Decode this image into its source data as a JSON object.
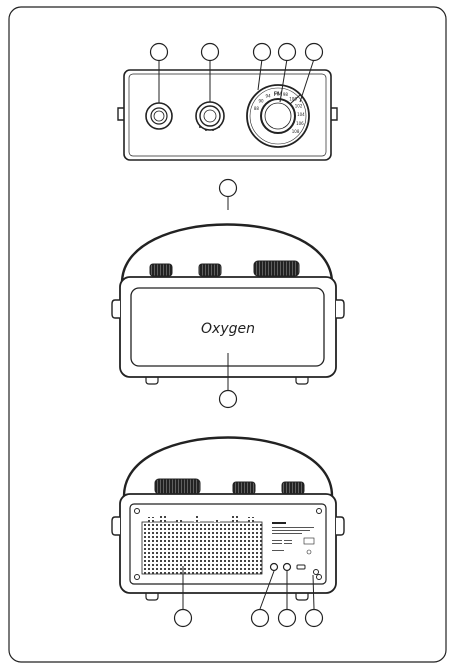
{
  "figure": {
    "title": "",
    "brand_script": "Oxygen",
    "views": [
      {
        "id": "top",
        "callouts": [
          "",
          "",
          "",
          "",
          ""
        ]
      },
      {
        "id": "front",
        "callouts": [
          "",
          ""
        ]
      },
      {
        "id": "back",
        "callouts": [
          "",
          "",
          "",
          ""
        ]
      }
    ],
    "dial": {
      "band": "FM",
      "scale": [
        "88",
        "90",
        "94",
        "96",
        "98",
        "100",
        "102",
        "104",
        "106",
        "108"
      ]
    },
    "rear_label": {
      "brand": "",
      "text_lines": []
    }
  }
}
